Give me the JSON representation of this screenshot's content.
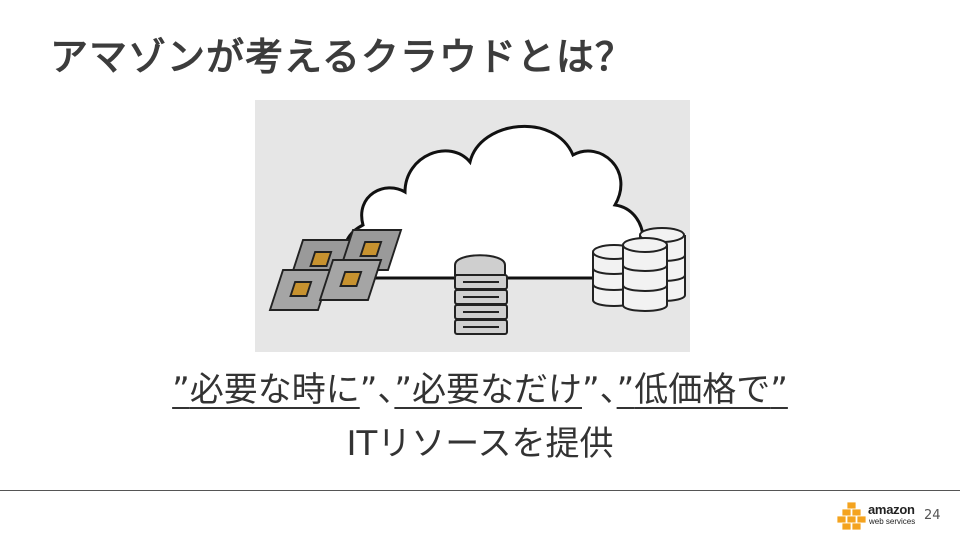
{
  "slide": {
    "title": "アマゾンが考えるクラウドとは？",
    "tagline": {
      "q1_open": "”",
      "phrase1": "必要な時に",
      "q1_close": "”、",
      "q2_open": "”",
      "phrase2": "必要なだけ",
      "q2_close": "”、",
      "q3_open": "”",
      "phrase3": "低価格で",
      "q3_close": "”",
      "line2": "ITリソースを提供"
    },
    "page_number": "24"
  },
  "logo": {
    "wordmark": "amazon",
    "subtext": "web services",
    "brand_color": "#f4a31f"
  },
  "icons": [
    "cloud-icon",
    "cpu-chips-icon",
    "server-stack-icon",
    "database-icon"
  ]
}
